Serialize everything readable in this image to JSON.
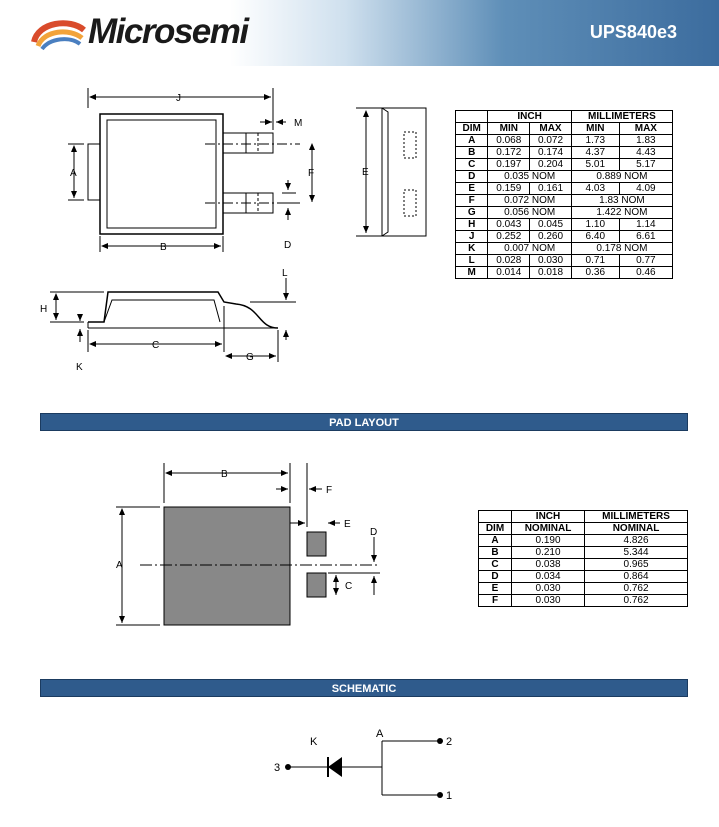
{
  "header": {
    "brand": "Microsemi",
    "part": "UPS840e3"
  },
  "outline": {
    "labels": {
      "J": "J",
      "M": "M",
      "A": "A",
      "F": "F",
      "E": "E",
      "B": "B",
      "D": "D",
      "L": "L",
      "H": "H",
      "C": "C",
      "G": "G",
      "K": "K"
    }
  },
  "dim_table": {
    "groups": [
      "INCH",
      "MILLIMETERS"
    ],
    "cols": [
      "DIM",
      "MIN",
      "MAX",
      "MIN",
      "MAX"
    ],
    "rows": [
      [
        "A",
        "0.068",
        "0.072",
        "1.73",
        "1.83"
      ],
      [
        "B",
        "0.172",
        "0.174",
        "4.37",
        "4.43"
      ],
      [
        "C",
        "0.197",
        "0.204",
        "5.01",
        "5.17"
      ],
      [
        "D",
        "0.035 NOM",
        "",
        "0.889 NOM",
        ""
      ],
      [
        "E",
        "0.159",
        "0.161",
        "4.03",
        "4.09"
      ],
      [
        "F",
        "0.072 NOM",
        "",
        "1.83 NOM",
        ""
      ],
      [
        "G",
        "0.056 NOM",
        "",
        "1.422 NOM",
        ""
      ],
      [
        "H",
        "0.043",
        "0.045",
        "1.10",
        "1.14"
      ],
      [
        "J",
        "0.252",
        "0.260",
        "6.40",
        "6.61"
      ],
      [
        "K",
        "0.007 NOM",
        "",
        "0.178 NOM",
        ""
      ],
      [
        "L",
        "0.028",
        "0.030",
        "0.71",
        "0.77"
      ],
      [
        "M",
        "0.014",
        "0.018",
        "0.36",
        "0.46"
      ]
    ]
  },
  "pad_layout": {
    "title": "PAD LAYOUT",
    "labels": {
      "B": "B",
      "F": "F",
      "E": "E",
      "D": "D",
      "A": "A",
      "C": "C"
    },
    "table": {
      "groups": [
        "INCH",
        "MILLIMETERS"
      ],
      "cols": [
        "DIM",
        "NOMINAL",
        "NOMINAL"
      ],
      "rows": [
        [
          "A",
          "0.190",
          "4.826"
        ],
        [
          "B",
          "0.210",
          "5.344"
        ],
        [
          "C",
          "0.038",
          "0.965"
        ],
        [
          "D",
          "0.034",
          "0.864"
        ],
        [
          "E",
          "0.030",
          "0.762"
        ],
        [
          "F",
          "0.030",
          "0.762"
        ]
      ]
    }
  },
  "schematic": {
    "title": "SCHEMATIC",
    "labels": {
      "K": "K",
      "A": "A",
      "pin1": "1",
      "pin2": "2",
      "pin3": "3"
    }
  }
}
